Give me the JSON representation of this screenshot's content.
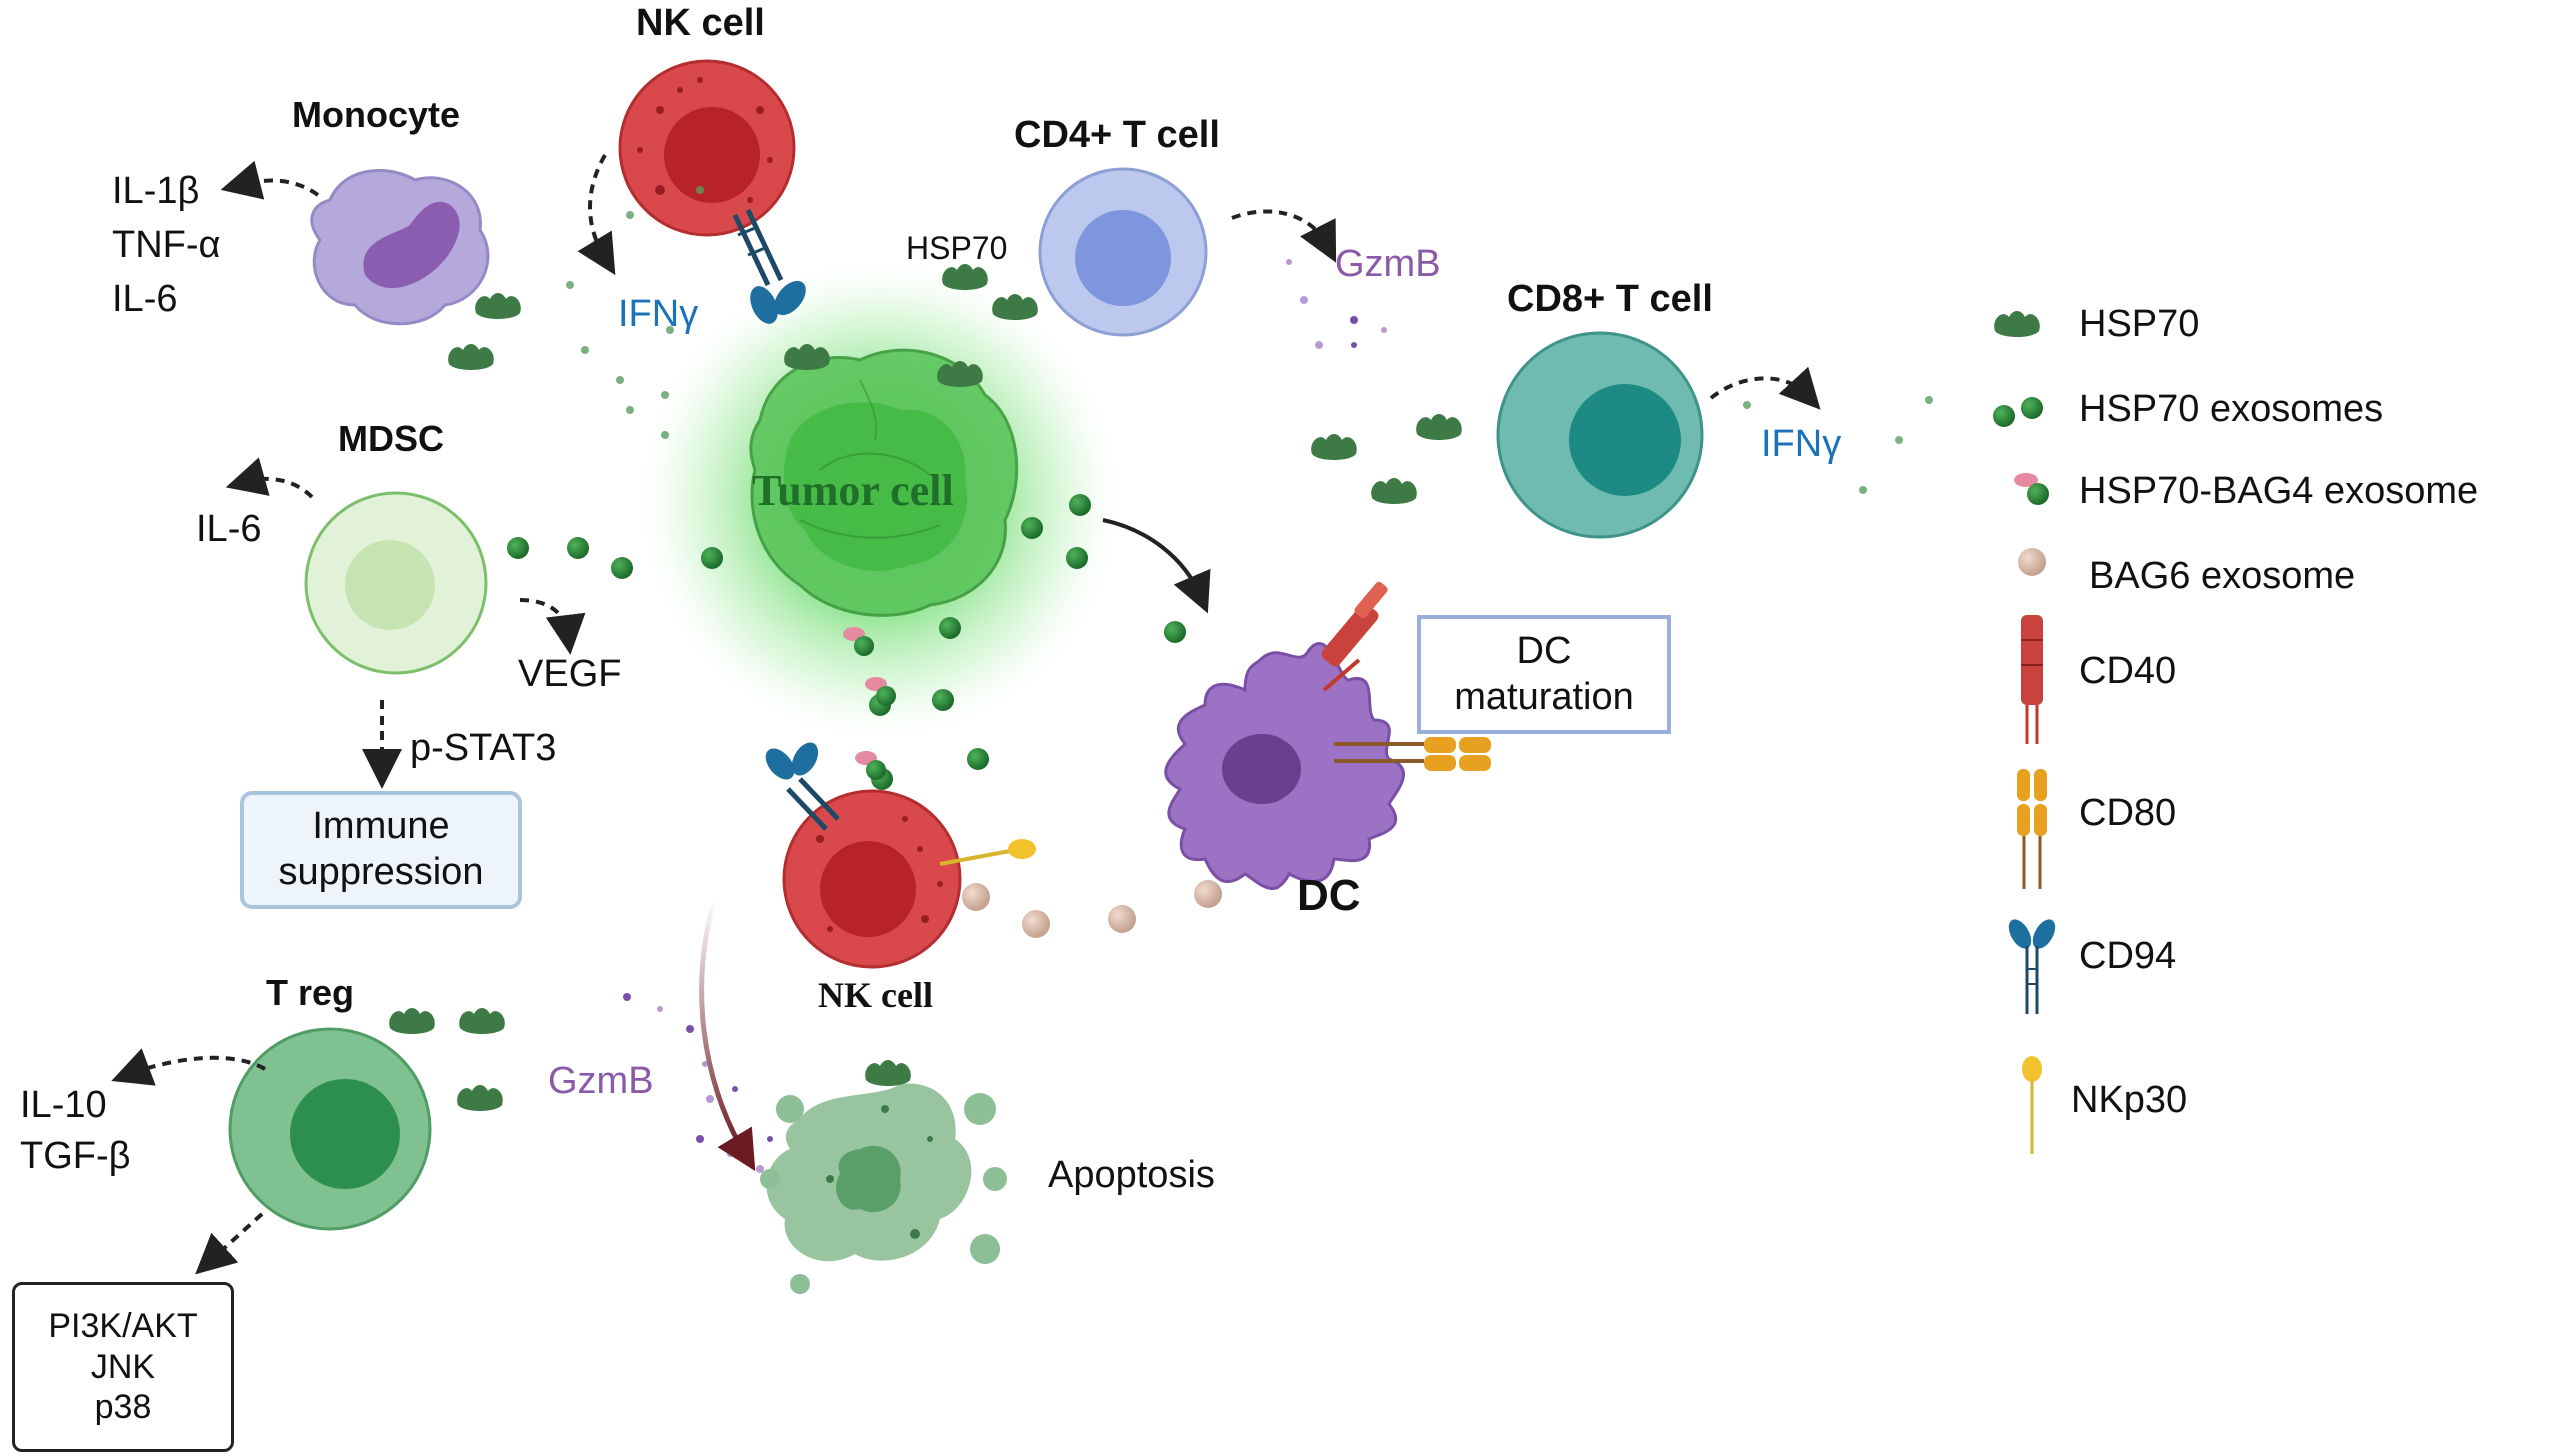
{
  "cells": {
    "nk_top": "NK cell",
    "monocyte": "Monocyte",
    "cd4": "CD4+ T cell",
    "cd8": "CD8+ T cell",
    "mdsc": "MDSC",
    "tumor": "Tumor cell",
    "nk_bottom": "NK cell",
    "dc": "DC",
    "treg": "T reg"
  },
  "cytokines": {
    "monocyte": [
      "IL-1β",
      "TNF-α",
      "IL-6"
    ],
    "nk_ifn": "IFNγ",
    "cd4_hsp70": "HSP70",
    "cd4_gzmb": "GzmB",
    "cd8_ifn": "IFNγ",
    "mdsc_il6": "IL-6",
    "mdsc_vegf": "VEGF",
    "mdsc_pstat3": "p-STAT3",
    "treg": [
      "IL-10",
      "TGF-β"
    ],
    "nk_gzmb": "GzmB",
    "apoptosis": "Apoptosis"
  },
  "boxes": {
    "dc_maturation": [
      "DC",
      "maturation"
    ],
    "immune_suppression": [
      "Immune",
      "suppression"
    ],
    "pathways": [
      "PI3K/AKT",
      "JNK",
      "p38"
    ]
  },
  "legend": [
    {
      "icon": "hsp70-icon",
      "label": "HSP70"
    },
    {
      "icon": "hsp70-exosomes-icon",
      "label": "HSP70 exosomes"
    },
    {
      "icon": "hsp70-bag4-exosome-icon",
      "label": "HSP70-BAG4 exosome"
    },
    {
      "icon": "bag6-exosome-icon",
      "label": "BAG6 exosome"
    },
    {
      "icon": "cd40-icon",
      "label": "CD40"
    },
    {
      "icon": "cd80-icon",
      "label": "CD80"
    },
    {
      "icon": "cd94-icon",
      "label": "CD94"
    },
    {
      "icon": "nkp30-icon",
      "label": "NKp30"
    }
  ],
  "colors": {
    "hsp70": "#3e7a46",
    "exosome": "#2e8b3d",
    "bag4": "#e58aa0",
    "bag6": "#d9b8a8",
    "ifn": "#1a73b8",
    "gzmb": "#8a5aa8",
    "nk": "#d9484a",
    "monocyte": "#a99bd6",
    "cd4": "#b9c7eb",
    "cd8": "#6db8ad",
    "mdsc": "#dff0d4",
    "treg": "#7cc08d",
    "dc": "#9b72c4"
  }
}
